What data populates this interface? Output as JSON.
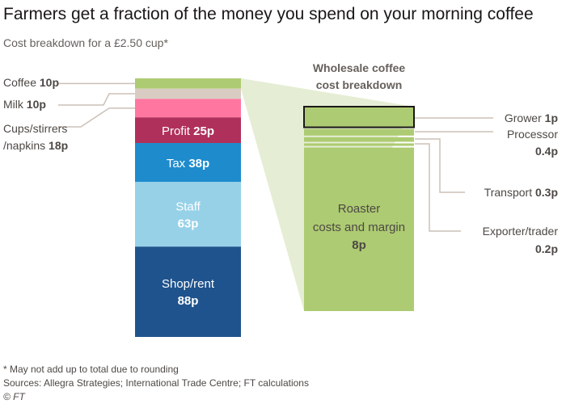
{
  "title": "Farmers get a fraction of the money you spend on your morning coffee",
  "subtitle": "Cost breakdown for a £2.50 cup*",
  "colors": {
    "wedge": "#e5edd5",
    "line": "#ccc1b7",
    "label": "#4d4845"
  },
  "chart_data": {
    "type": "stacked-bar",
    "unit": "p",
    "left": {
      "segments": [
        {
          "name": "Coffee",
          "value": 10,
          "color": "#adcb72",
          "label": "Coffee",
          "vlabel": "10p",
          "pos": "outside"
        },
        {
          "name": "Milk",
          "value": 10,
          "color": "#d9cdc3",
          "label": "Milk",
          "vlabel": "10p",
          "pos": "outside"
        },
        {
          "name": "Cups/stirrers/napkins",
          "value": 18,
          "color": "#ff77a1",
          "label": "Cups/stirrers",
          "label2": "/napkins",
          "vlabel": "18p",
          "pos": "outside"
        },
        {
          "name": "Profit",
          "value": 25,
          "color": "#b0305c",
          "label": "Profit",
          "vlabel": "25p",
          "pos": "inline"
        },
        {
          "name": "Tax",
          "value": 38,
          "color": "#1e8bcd",
          "label": "Tax",
          "vlabel": "38p",
          "pos": "inline"
        },
        {
          "name": "Staff",
          "value": 63,
          "color": "#96d1e8",
          "label": "Staff",
          "vlabel": "63p",
          "pos": "stacked"
        },
        {
          "name": "Shop/rent",
          "value": 88,
          "color": "#1f538d",
          "label": "Shop/rent",
          "vlabel": "88p",
          "pos": "stacked"
        }
      ]
    },
    "right": {
      "title": [
        "Wholesale coffee",
        "cost breakdown"
      ],
      "segments": [
        {
          "name": "Grower",
          "value": 1,
          "label": "Grower",
          "vlabel": "1p"
        },
        {
          "name": "Processor",
          "value": 0.4,
          "label": "Processor",
          "vlabel": "0.4p"
        },
        {
          "name": "Transport",
          "value": 0.3,
          "label": "Transport",
          "vlabel": "0.3p"
        },
        {
          "name": "Exporter/trader",
          "value": 0.2,
          "label": "Exporter/trader",
          "vlabel": "0.2p"
        },
        {
          "name": "Roaster costs and margin",
          "value": 8,
          "label": [
            "Roaster",
            "costs and margin"
          ],
          "vlabel": "8p"
        }
      ],
      "color": "#adcb72"
    }
  },
  "footnote": "* May not add up to total due to rounding",
  "sources": "Sources: Allegra Strategies; International Trade Centre; FT calculations",
  "copyright": "© FT"
}
